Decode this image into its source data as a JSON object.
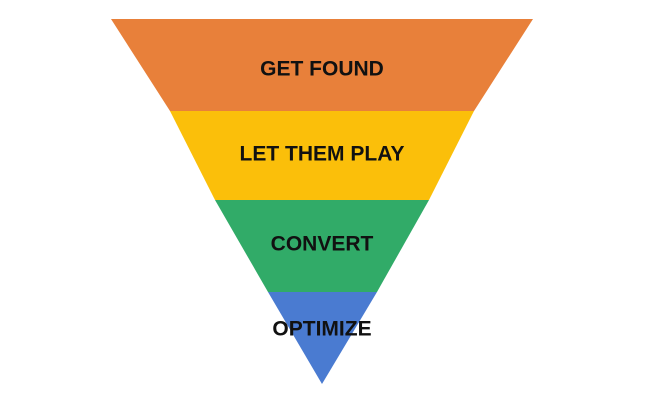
{
  "funnel": {
    "stages": [
      {
        "label": "GET FOUND",
        "color": "#e8803a"
      },
      {
        "label": "LET THEM PLAY",
        "color": "#fbbf0a"
      },
      {
        "label": "CONVERT",
        "color": "#31ab68"
      },
      {
        "label": "OPTIMIZE",
        "color": "#4a7bd1"
      }
    ]
  }
}
